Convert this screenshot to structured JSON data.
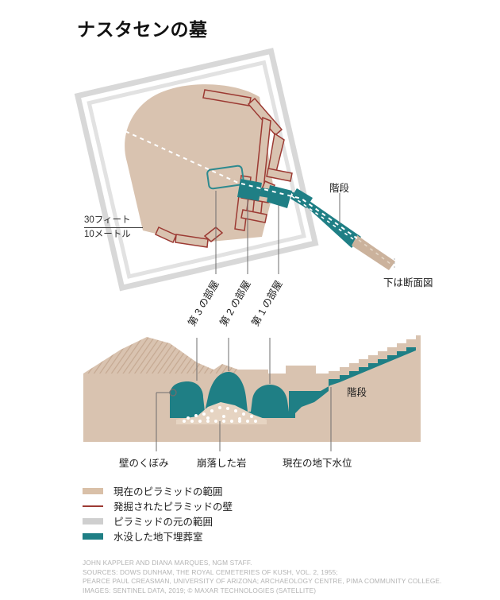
{
  "header": {
    "title": "ナスタセンの墓"
  },
  "scale": {
    "feet": "30フィート",
    "meters": "10メートル"
  },
  "plan": {
    "stairs_label": "階段",
    "section_note": "下は断面図",
    "chamber3": "第 3 の部屋",
    "chamber2": "第 2 の部屋",
    "chamber1": "第 1 の部屋"
  },
  "section": {
    "stairs_label": "階段",
    "niche_label": "壁のくぼみ",
    "rubble_label": "崩落した岩",
    "water_label": "現在の地下水位"
  },
  "legend": {
    "items": [
      {
        "label": "現在のピラミッドの範囲",
        "color": "#d9c0a8",
        "style": "block"
      },
      {
        "label": "発掘されたピラミッドの壁",
        "color": "#9c3a33",
        "style": "line"
      },
      {
        "label": "ピラミッドの元の範囲",
        "color": "#cfcfcf",
        "style": "block"
      },
      {
        "label": "水没した地下埋葬室",
        "color": "#1f7f85",
        "style": "block"
      }
    ]
  },
  "credits": {
    "lines": [
      "JOHN KAPPLER AND DIANA MARQUES, NGM STAFF.",
      "SOURCES: DOWS DUNHAM, THE ROYAL CEMETERIES OF KUSH, VOL. 2, 1955;",
      "PEARCE PAUL CREASMAN, UNIVERSITY OF ARIZONA; ARCHAEOLOGY CENTRE, PIMA COMMUNITY COLLEGE.",
      "IMAGES: SENTINEL DATA, 2019; © MAXAR TECHNOLOGIES (SATELLITE)"
    ]
  },
  "colors": {
    "tan": "#d9c3b0",
    "tan_light": "#d9c0a8",
    "teal": "#1f7f85",
    "wall_red": "#9c3a33",
    "gray_outline": "#d5d5d5",
    "leader": "#6e6e6e"
  }
}
